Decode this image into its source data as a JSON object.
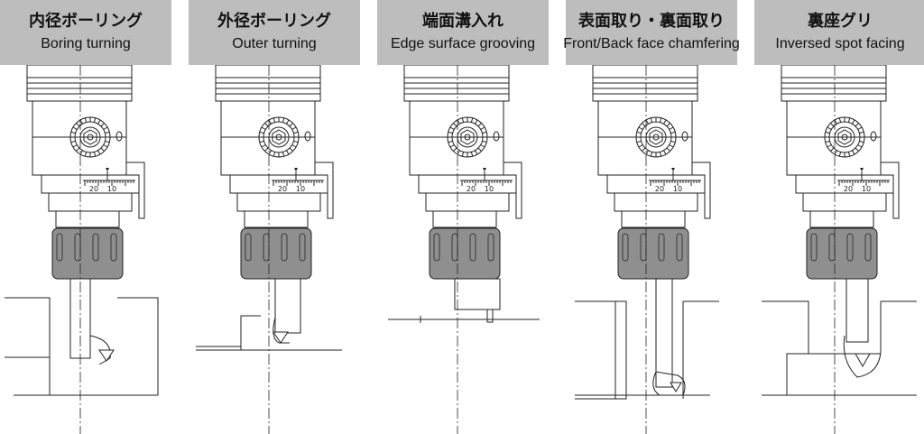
{
  "panels": [
    {
      "title_ja": "内径ボーリング",
      "title_en": "Boring turning",
      "scale_a": "20",
      "scale_b": "10"
    },
    {
      "title_ja": "外径ボーリング",
      "title_en": "Outer turning",
      "scale_a": "20",
      "scale_b": "10"
    },
    {
      "title_ja": "端面溝入れ",
      "title_en": "Edge surface grooving",
      "scale_a": "20",
      "scale_b": "10"
    },
    {
      "title_ja": "表面取り・裏面取り",
      "title_en": "Front/Back face chamfering",
      "scale_a": "20",
      "scale_b": "10"
    },
    {
      "title_ja": "裏座グリ",
      "title_en": "Inversed spot facing",
      "scale_a": "20",
      "scale_b": "10"
    }
  ],
  "colors": {
    "header_bg": "#bdbdbd",
    "collet": "#8f8f8f",
    "line": "#222222"
  }
}
